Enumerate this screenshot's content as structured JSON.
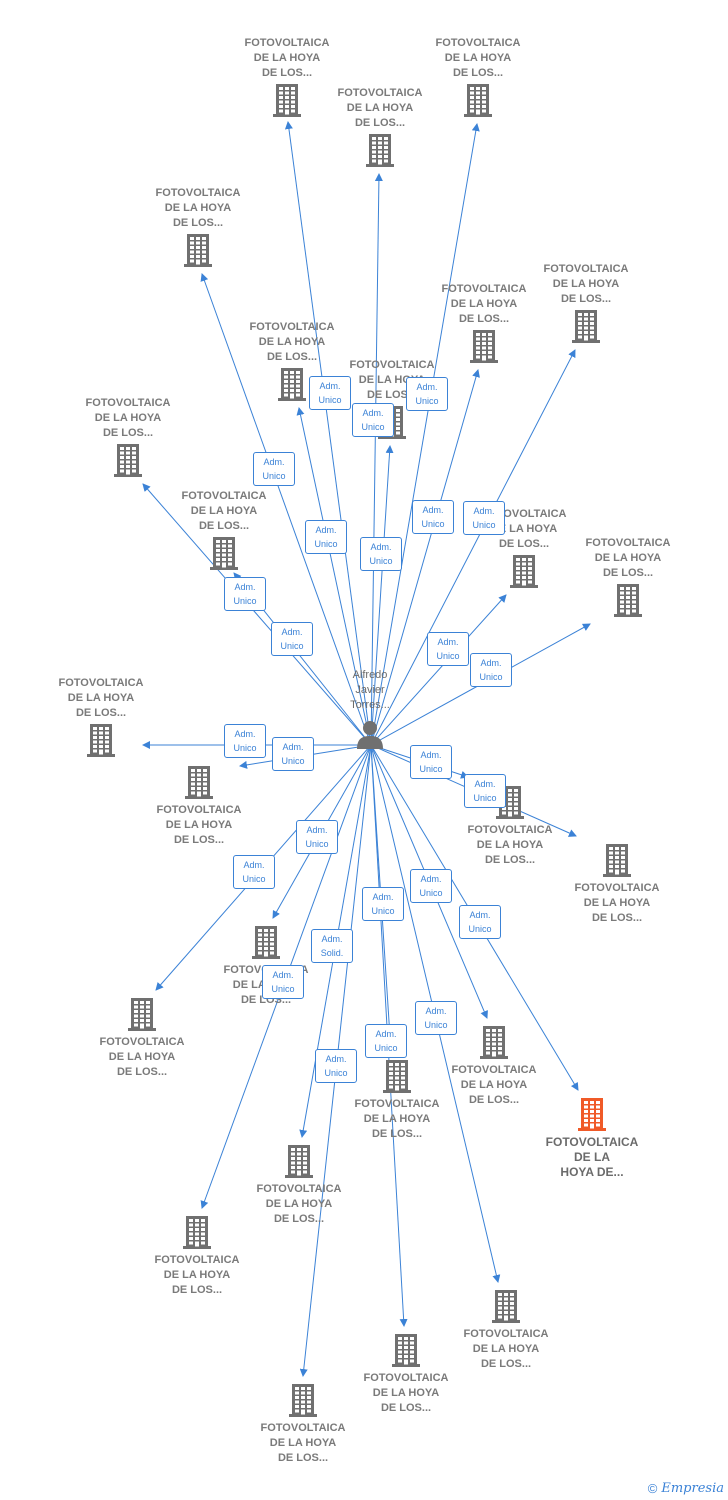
{
  "diagram": {
    "colors": {
      "edge": "#3b82d6",
      "icon": "#707070",
      "highlight": "#f05a28"
    },
    "person": {
      "name": "Alfredo\nJavier\nTorres...",
      "icon": "person-icon"
    },
    "nodes": [
      {
        "id": "n1",
        "label": "FOTOVOLTAICA\nDE LA HOYA\nDE LOS...",
        "highlight": false
      },
      {
        "id": "n2",
        "label": "FOTOVOLTAICA\nDE LA HOYA\nDE LOS...",
        "highlight": false
      },
      {
        "id": "n3",
        "label": "FOTOVOLTAICA\nDE LA HOYA\nDE LOS...",
        "highlight": false
      },
      {
        "id": "n4",
        "label": "FOTOVOLTAICA\nDE LA HOYA\nDE LOS...",
        "highlight": false
      },
      {
        "id": "n5",
        "label": "FOTOVOLTAICA\nDE LA HOYA\nDE LOS...",
        "highlight": false
      },
      {
        "id": "n6",
        "label": "FOTOVOLTAICA\nDE LA HOYA\nDE LOS...",
        "highlight": false
      },
      {
        "id": "n7",
        "label": "FOTOVOLTAICA\nDE LA HOYA\nDE LOS...",
        "highlight": false
      },
      {
        "id": "n8",
        "label": "FOTOVOLTAICA\nDE LA HOYA\nDE LOS...",
        "highlight": false
      },
      {
        "id": "n9",
        "label": "FOTOVOLTAICA\nDE LA HOYA\nDE LOS...",
        "highlight": false
      },
      {
        "id": "n10",
        "label": "FOTOVOLTAICA\nDE LA HOYA\nDE LOS...",
        "highlight": false
      },
      {
        "id": "n11",
        "label": "FOTOVOLTAICA\nDE LA HOYA\nDE LOS...",
        "highlight": false
      },
      {
        "id": "n12",
        "label": "FOTOVOLTAICA\nDE LA HOYA\nDE LOS...",
        "highlight": false
      },
      {
        "id": "n13",
        "label": "FOTOVOLTAICA\nDE LA HOYA\nDE LOS...",
        "highlight": false
      },
      {
        "id": "n14",
        "label": "FOTOVOLTAICA\nDE LA HOYA\nDE LOS...",
        "highlight": false
      },
      {
        "id": "n15",
        "label": "FOTOVOLTAICA\nDE LA HOYA\nDE LOS...",
        "highlight": false
      },
      {
        "id": "n16",
        "label": "FOTOVOLTAICA\nDE LA HOYA\nDE LOS...",
        "highlight": false
      },
      {
        "id": "n17",
        "label": "FOTOVOLTAICA\nDE LA HOYA\nDE LOS...",
        "highlight": false
      },
      {
        "id": "n18",
        "label": "FOTOVOLTAICA\nDE LA HOYA\nDE LOS...",
        "highlight": false
      },
      {
        "id": "n19",
        "label": "FOTOVOLTAICA\nDE LA HOYA\nDE LOS...",
        "highlight": false
      },
      {
        "id": "n20",
        "label": "FOTOVOLTAICA\nDE LA HOYA\nDE LOS...",
        "highlight": false
      },
      {
        "id": "n21",
        "label": "FOTOVOLTAICA\nDE LA HOYA\nDE LOS...",
        "highlight": false
      },
      {
        "id": "n22",
        "label": "FOTOVOLTAICA\nDE LA HOYA\nDE LOS...",
        "highlight": false
      },
      {
        "id": "n23",
        "label": "FOTOVOLTAICA\nDE LA HOYA\nDE LOS...",
        "highlight": false
      },
      {
        "id": "n24",
        "label": "FOTOVOLTAICA\nDE LA\nHOYA DE...",
        "highlight": true
      },
      {
        "id": "n25",
        "label": "FOTOVOLTAICA\nDE LA HOYA\nDE LOS...",
        "highlight": false
      },
      {
        "id": "n26",
        "label": "FOTOVOLTAICA\nDE LA HOYA\nDE LOS...",
        "highlight": false
      },
      {
        "id": "n27",
        "label": "FOTOVOLTAICA\nDE LA HOYA\nDE LOS...",
        "highlight": false
      },
      {
        "id": "n28",
        "label": "FOTOVOLTAICA\nDE LA HOYA\nDE LOS...",
        "highlight": false
      }
    ],
    "edges": [
      {
        "to": "n1",
        "role": "Adm.\nUnico"
      },
      {
        "to": "n2",
        "role": "Adm.\nUnico"
      },
      {
        "to": "n3",
        "role": "Adm.\nUnico"
      },
      {
        "to": "n4",
        "role": "Adm.\nUnico"
      },
      {
        "to": "n5",
        "role": "Adm.\nUnico"
      },
      {
        "to": "n6",
        "role": "Adm.\nUnico"
      },
      {
        "to": "n7",
        "role": "Adm.\nUnico"
      },
      {
        "to": "n8",
        "role": "Adm.\nUnico"
      },
      {
        "to": "n9",
        "role": "Adm.\nUnico"
      },
      {
        "to": "n10",
        "role": "Adm.\nUnico"
      },
      {
        "to": "n11",
        "role": "Adm.\nUnico"
      },
      {
        "to": "n12",
        "role": "Adm.\nUnico"
      },
      {
        "to": "n13",
        "role": "Adm.\nUnico"
      },
      {
        "to": "n14",
        "role": "Adm.\nUnico"
      },
      {
        "to": "n15",
        "role": "Adm.\nUnico"
      },
      {
        "to": "n16",
        "role": "Adm.\nUnico"
      },
      {
        "to": "n17",
        "role": "Adm.\nUnico"
      },
      {
        "to": "n18",
        "role": "Adm.\nUnico"
      },
      {
        "to": "n19",
        "role": "Adm.\nUnico"
      },
      {
        "to": "n20",
        "role": "Adm.\nUnico"
      },
      {
        "to": "n21",
        "role": "Adm.\nSolid."
      },
      {
        "to": "n22",
        "role": "Adm.\nUnico"
      },
      {
        "to": "n23",
        "role": "Adm.\nUnico"
      },
      {
        "to": "n24",
        "role": "Adm.\nUnico"
      },
      {
        "to": "n25",
        "role": "Adm.\nUnico"
      },
      {
        "to": "n26",
        "role": "Adm.\nUnico"
      },
      {
        "to": "n27",
        "role": "Adm.\nUnico"
      },
      {
        "to": "n28",
        "role": "Adm.\nUnico"
      }
    ]
  },
  "footer": {
    "copyright": "©",
    "brand": "Empresia"
  }
}
